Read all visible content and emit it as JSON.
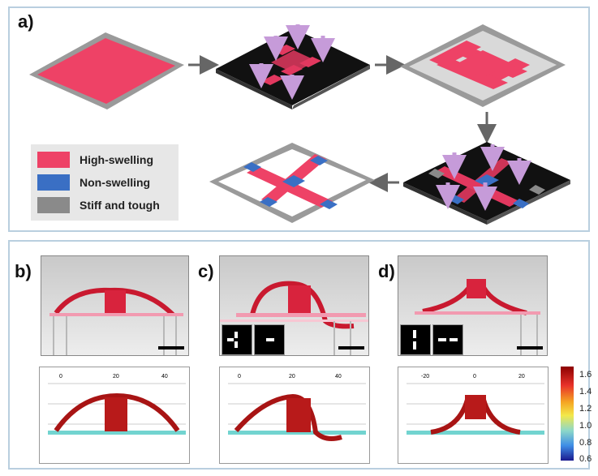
{
  "labels": {
    "a": "a)",
    "b": "b)",
    "c": "c)",
    "d": "d)"
  },
  "legend": [
    {
      "text": "High-swelling",
      "color": "#ee4266"
    },
    {
      "text": "Non-swelling",
      "color": "#3a6fc4"
    },
    {
      "text": "Stiff and tough",
      "color": "#8a8a8a"
    }
  ],
  "sim_axis": {
    "b": [
      "0",
      "20",
      "40"
    ],
    "c": [
      "0",
      "20",
      "40"
    ],
    "d": [
      "-20",
      "0",
      "20"
    ]
  },
  "colorbar": {
    "ticks": [
      "1.6",
      "1.4",
      "1.2",
      "1.0",
      "0.8",
      "0.6"
    ],
    "colors": [
      "#8b0000",
      "#e8322a",
      "#f5a623",
      "#f3e84a",
      "#8ed8c8",
      "#3f8ee6",
      "#1a1a8f"
    ]
  }
}
